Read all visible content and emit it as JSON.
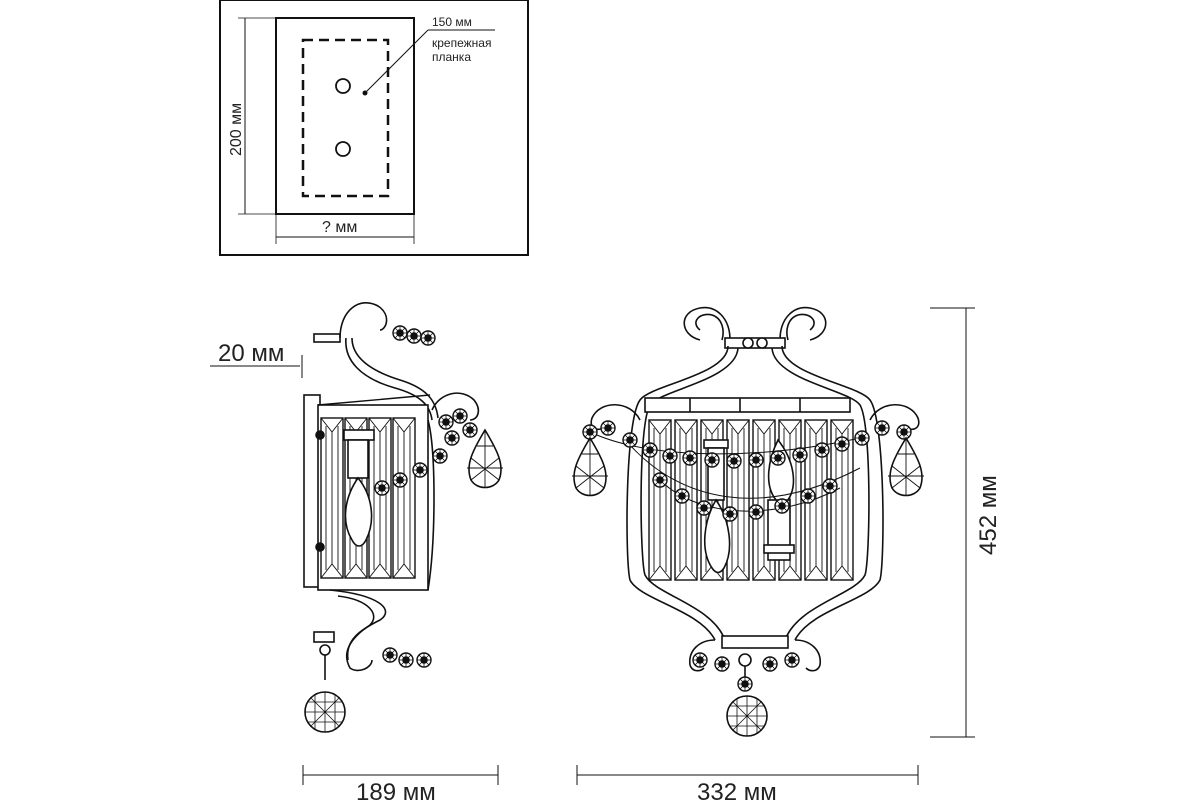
{
  "mounting_plate": {
    "width_label": "150 мм",
    "note_line1": "крепежная",
    "note_line2": "планка",
    "height_label": "200 мм",
    "base_label": "? мм"
  },
  "side_view": {
    "depth_label": "20 мм",
    "width_label": "189 мм"
  },
  "front_view": {
    "width_label": "332 мм",
    "height_label": "452 мм"
  },
  "colors": {
    "line": "#1a1a1a",
    "frame": "#1a1a1a",
    "background": "#ffffff"
  }
}
